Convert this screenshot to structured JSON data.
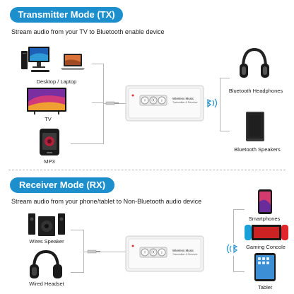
{
  "transmitter": {
    "title": "Transmitter Mode (TX)",
    "subtitle": "Stream audio from your TV to Bluetooth enable device",
    "sources": [
      "Desktop / Laptop",
      "TV",
      "MP3"
    ],
    "outputs": [
      "Bluetooth Headphones",
      "Bluetooth Speakers"
    ],
    "device_label": "Wireless Music",
    "device_sublabel": "Transmitter & Receiver"
  },
  "receiver": {
    "title": "Receiver Mode (RX)",
    "subtitle": "Stream audio from your phone/tablet to Non-Bluetooth audio device",
    "outputs": [
      "Wires Speaker",
      "Wired Headset"
    ],
    "sources": [
      "Smartphones",
      "Gaming Concole",
      "Tablet"
    ],
    "device_label": "Wireless Music",
    "device_sublabel": "Transmitter & Receiver"
  },
  "colors": {
    "accent": "#1d8fcd",
    "line": "#b5b5b5",
    "device_body": "#f2f2f2",
    "bluetooth": "#1d8fcd"
  },
  "icons": {
    "bluetooth": "bluetooth-signal-icon",
    "headphones": "headphones-icon",
    "speaker": "speaker-icon"
  }
}
